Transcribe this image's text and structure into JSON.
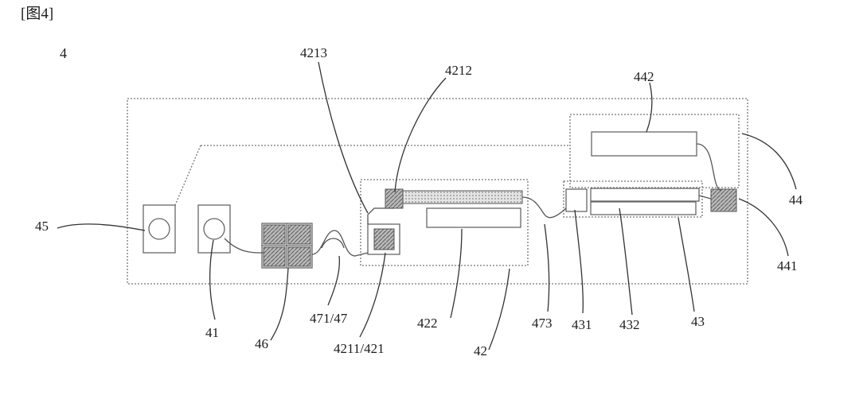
{
  "figure": {
    "caption": "[图4]",
    "ref_numeral": "4"
  },
  "labels": {
    "l4213": "4213",
    "l4212": "4212",
    "l442": "442",
    "l44": "44",
    "l441": "441",
    "l45": "45",
    "l41": "41",
    "l46": "46",
    "l471_47": "471/47",
    "l4211_421": "4211/421",
    "l422": "422",
    "l42": "42",
    "l473": "473",
    "l431": "431",
    "l432": "432",
    "l43": "43"
  }
}
